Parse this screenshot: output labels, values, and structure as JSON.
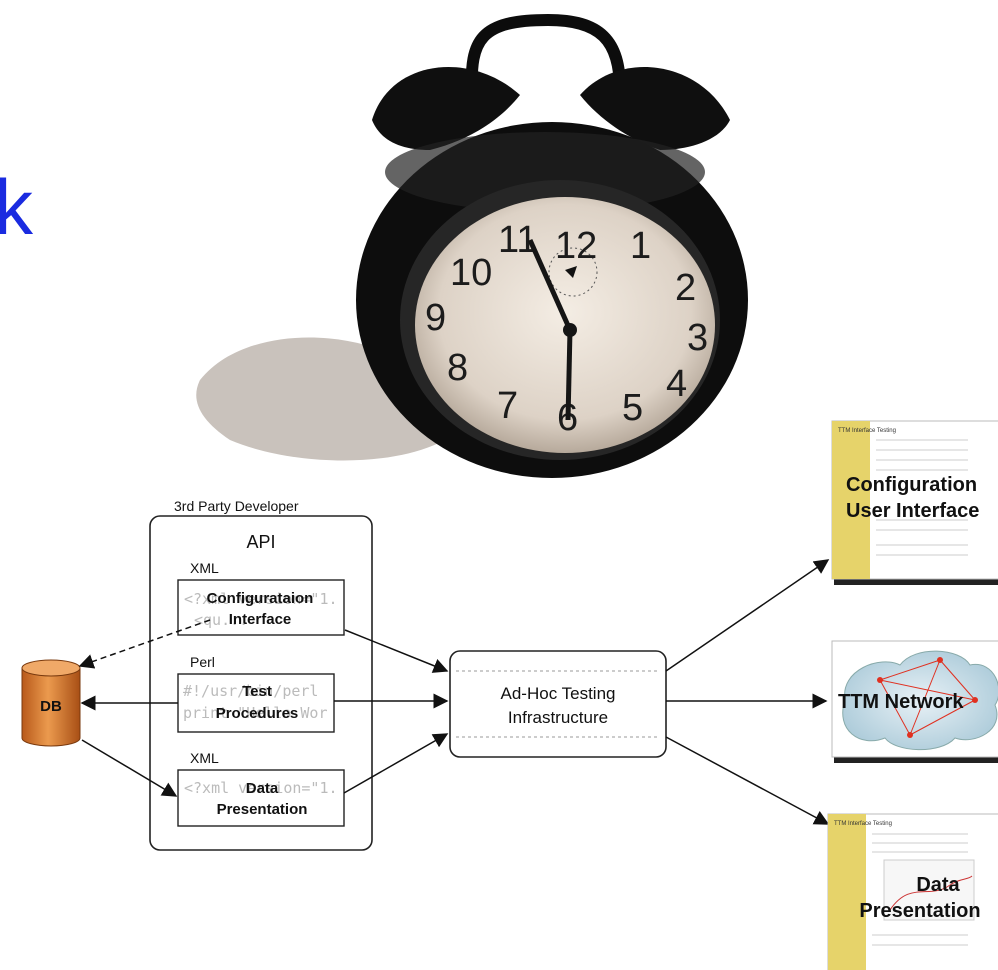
{
  "slide": {
    "title_fragment": "k"
  },
  "clock": {
    "numerals": [
      "12",
      "1",
      "2",
      "3",
      "4",
      "5",
      "6",
      "7",
      "8",
      "9",
      "10",
      "11"
    ]
  },
  "developer_box": {
    "caption": "3rd Party Developer",
    "title": "API",
    "sections": [
      {
        "lang": "XML",
        "code1": "<?xml version=\"1.",
        "code2": "<qu...",
        "line1": "Configurataion",
        "line2": "Interface"
      },
      {
        "lang": "Perl",
        "code1": "#!/usr/bin/perl",
        "code2": "print \"Hello Wor",
        "line1": "Test",
        "line2": "Procedures"
      },
      {
        "lang": "XML",
        "code1": "<?xml version=\"1.",
        "code2": "",
        "line1": "Data",
        "line2": "Presentation"
      }
    ]
  },
  "db": {
    "label": "DB"
  },
  "infrastructure": {
    "line1": "Ad-Hoc Testing",
    "line2": "Infrastructure"
  },
  "outputs": [
    {
      "line1": "Configuration",
      "line2": "User Interface",
      "app_title": "TTM Interface Testing"
    },
    {
      "line1": "TTM Network",
      "line2": ""
    },
    {
      "line1": "Data",
      "line2": "Presentation",
      "app_title": "TTM Interface Testing"
    }
  ],
  "colors": {
    "title": "#1a2be0",
    "db": "#d4782a",
    "sidebar": "#e6d36a"
  }
}
